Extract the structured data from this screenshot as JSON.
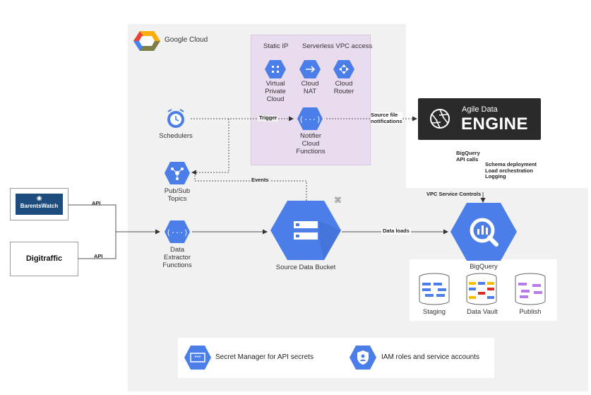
{
  "platform": {
    "name": "Google Cloud"
  },
  "serverless": {
    "static_ip": "Static IP",
    "vpc_access": "Serverless VPC access"
  },
  "nodes": {
    "vpc": "Virtual\nPrivate\nCloud",
    "cloud_nat": "Cloud\nNAT",
    "cloud_router": "Cloud\nRouter",
    "schedulers": "Schedulers",
    "notifier": "Notifier\nCloud\nFunctions",
    "pubsub": "Pub/Sub\nTopics",
    "extractor": "Data\nExtractor\nFunctions",
    "bucket": "Source Data Bucket",
    "bigquery": "BigQuery",
    "staging": "Staging",
    "data_vault": "Data Vault",
    "publish": "Publish"
  },
  "sources": {
    "barentswatch": "BarentsWatch",
    "digitraffic": "Digitraffic"
  },
  "edges": {
    "api_1": "API",
    "api_2": "API",
    "trigger": "Trigger",
    "events": "Events",
    "source_file": "Source file\nnotifications",
    "data_loads": "Data loads",
    "bq_api": "BigQuery\nAPI calls",
    "ade_tasks": "Schema deployment\nLoad orchestration\nLogging"
  },
  "ade": {
    "line1": "Agile Data",
    "line2": "ENGINE"
  },
  "vpc_sc": {
    "label": "VPC Service Controls"
  },
  "bottom": {
    "secret_manager": "Secret Manager for API secrets",
    "iam": "IAM roles and service accounts"
  },
  "colors": {
    "gcp_blue": "#4285f4",
    "hex_blue": "#4b7ee8",
    "panel_grey": "#f1f1f1",
    "serverless_purple": "#eadcef",
    "ade_dark": "#2a2a2a"
  }
}
